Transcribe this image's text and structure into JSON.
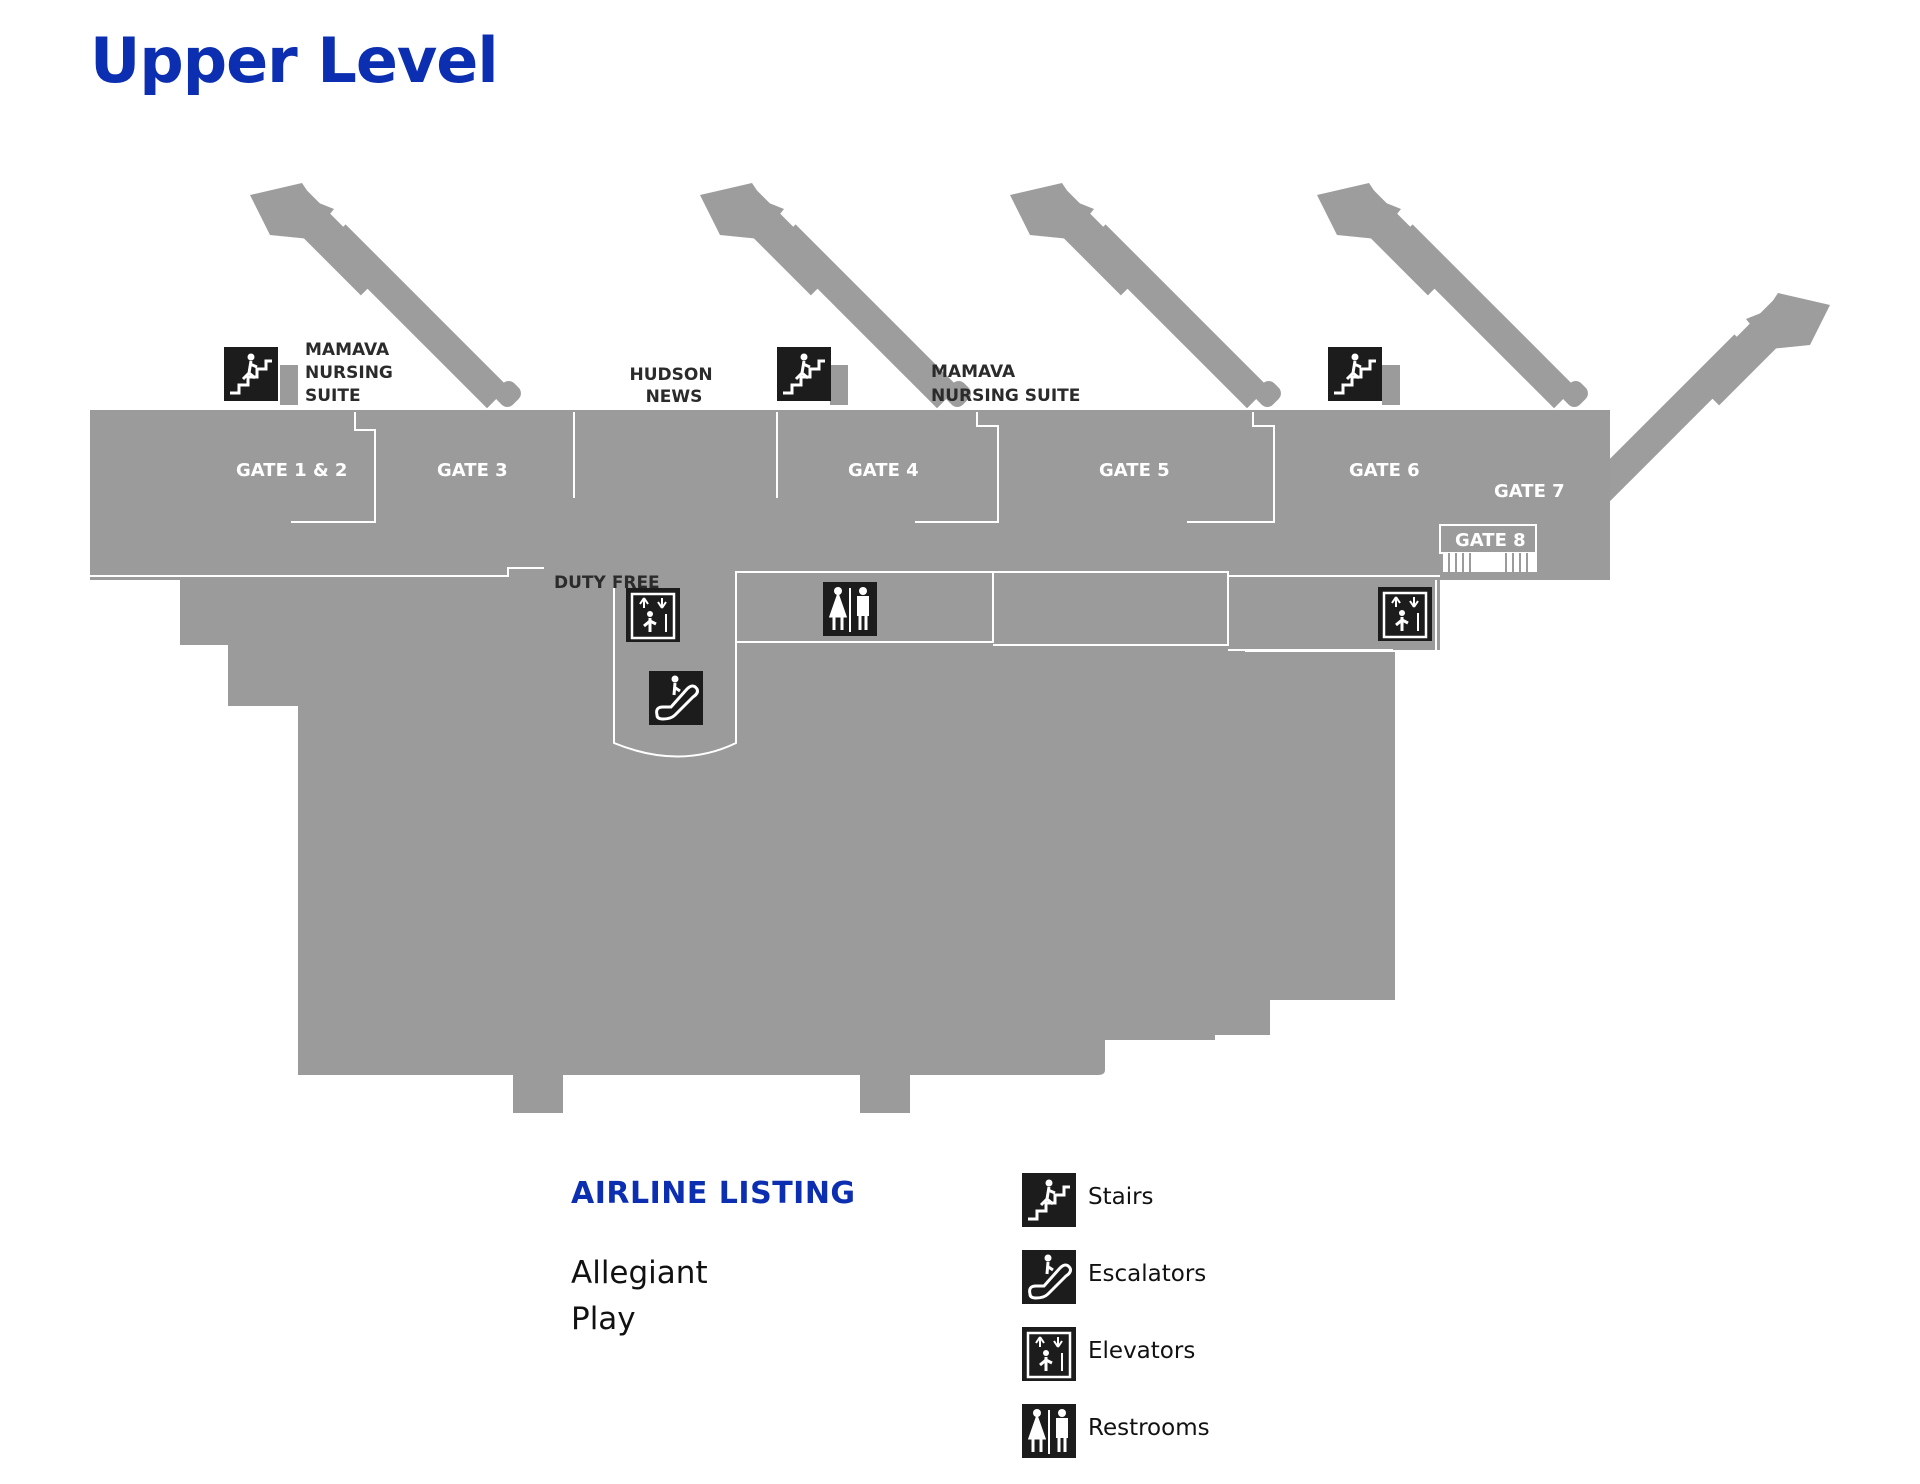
{
  "title": "Upper Level",
  "map": {
    "gates": {
      "g12": "GATE 1 & 2",
      "g3": "GATE 3",
      "g4": "GATE 4",
      "g5": "GATE 5",
      "g6": "GATE 6",
      "g7": "GATE 7",
      "g8": "GATE 8"
    },
    "poi": {
      "mamava1": [
        "MAMAVA",
        "NURSING",
        "SUITE"
      ],
      "hudson": [
        "HUDSON",
        "NEWS"
      ],
      "mamava2": [
        "MAMAVA",
        "NURSING SUITE"
      ],
      "duty_free": "DUTY FREE"
    },
    "colors": {
      "floor": "#9b9b9b",
      "bridge": "#9d9d9d",
      "lines": "#ffffff",
      "icon_bg": "#1c1c1c"
    }
  },
  "airline_listing": {
    "title": "AIRLINE LISTING",
    "airlines": [
      "Allegiant",
      "Play"
    ]
  },
  "legend": [
    {
      "icon": "stairs-icon",
      "label": "Stairs"
    },
    {
      "icon": "escalator-icon",
      "label": "Escalators"
    },
    {
      "icon": "elevator-icon",
      "label": "Elevators"
    },
    {
      "icon": "restroom-icon",
      "label": "Restrooms"
    }
  ],
  "colors": {
    "title": "#0b2fb0"
  }
}
